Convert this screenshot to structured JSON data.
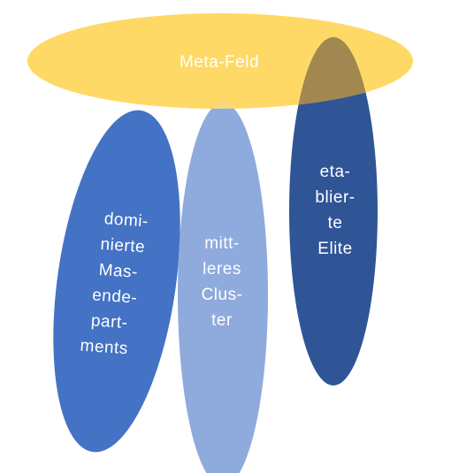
{
  "diagram": {
    "meta_field": {
      "label": "Meta-Feld",
      "color": "#ffd966"
    },
    "dominant_cluster": {
      "lines": [
        "domi-",
        "nierte",
        "Mas-",
        "ende-",
        "part-",
        "ments"
      ],
      "color": "#4472c4"
    },
    "middle_cluster": {
      "lines": [
        "mitt-",
        "leres",
        "Clus-",
        "ter"
      ],
      "color": "#8faadc"
    },
    "elite_cluster": {
      "lines": [
        "eta-",
        "blier-",
        "te",
        "Elite"
      ],
      "color": "#2f5597"
    },
    "overlap_color": "#a08850",
    "label_color": "#ffffff"
  }
}
